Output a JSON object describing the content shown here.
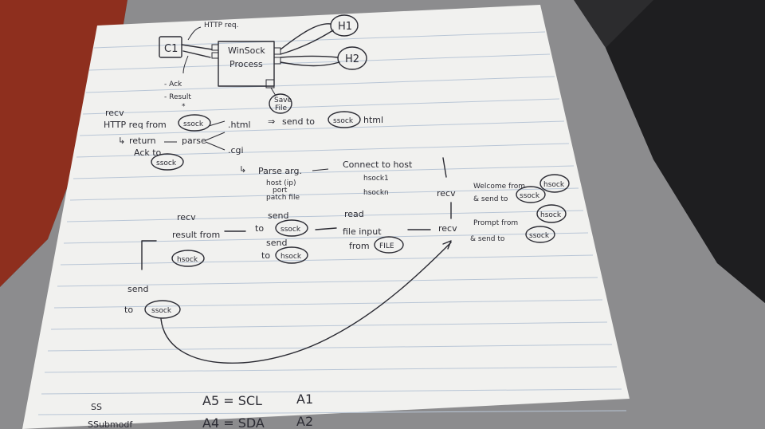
{
  "nodes": {
    "client": "C1",
    "http_req": "HTTP req.",
    "winsock_line1": "WinSock",
    "winsock_line2": "Process",
    "h1": "H1",
    "h2": "H2",
    "ack": "- Ack",
    "result": "- Result",
    "save_file_line1": "Save",
    "save_file_line2": "File"
  },
  "flow": {
    "recv1": "recv",
    "http_req_from": "HTTP req from",
    "ssock": "ssock",
    "html": ".html",
    "send_to_ssock_html": "send to",
    "html_word": "html",
    "return": "return",
    "parse": "parse",
    "ack_to": "Ack to",
    "cgi": ".cgi",
    "parse_arg": "Parse arg.",
    "connect_to_host": "Connect to host",
    "host_params_1": "host (ip)",
    "host_params_2": "port",
    "host_params_3": "patch file",
    "hsock_list_1": "hsock1",
    "hsock_list_2": "hsockn",
    "recv_welcome": "recv",
    "welcome_from": "Welcome from",
    "hsock": "hsock",
    "and_send_to": "& send to",
    "recv_prompt": "recv",
    "prompt_from": "Prompt from",
    "and_send_to_2": "& send to",
    "read": "read",
    "file_input": "file input",
    "from": "from",
    "file": "FILE",
    "send_a": "send",
    "to_a": "to",
    "send_b": "send",
    "to_b": "to",
    "recv_result": "recv",
    "result_from": "result from",
    "send_final": "send",
    "to_final": "to"
  },
  "bottom": {
    "ss": "SS",
    "a5": "A5 = SCL",
    "a1": "A1",
    "a4": "A4 = SDA",
    "a2": "A2",
    "cut": "SSubmodf"
  }
}
